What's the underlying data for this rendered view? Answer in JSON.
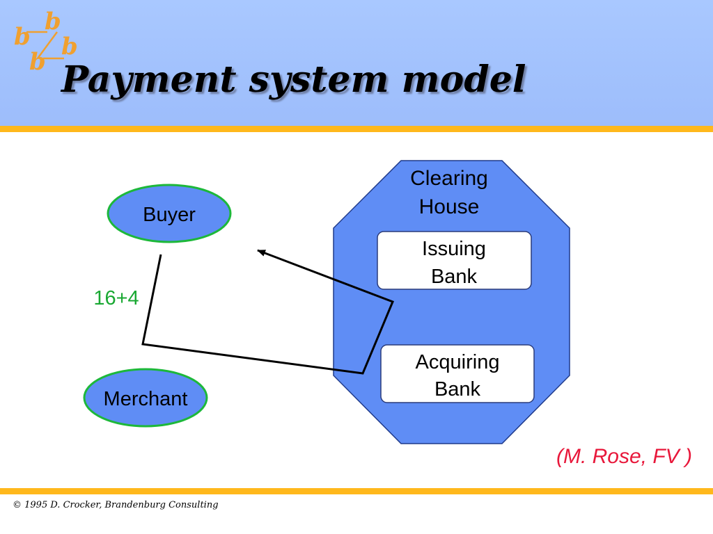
{
  "slide": {
    "title": "Payment system model",
    "logo_letters": [
      "b",
      "b",
      "b",
      "b"
    ],
    "footer": "© 1995 D. Crocker, Brandenburg Consulting",
    "citation": "(M. Rose, FV )"
  },
  "diagram": {
    "clearing_house": [
      "Clearing",
      "House"
    ],
    "issuing_bank": [
      "Issuing",
      "Bank"
    ],
    "acquiring_bank": [
      "Acquiring",
      "Bank"
    ],
    "buyer": "Buyer",
    "merchant": "Merchant",
    "flow_label": "16+4"
  },
  "colors": {
    "header_bg": "#a9c8ff",
    "accent_rule": "#ffb81c",
    "node_fill": "#5f8df5",
    "ellipse_border": "#1db83a",
    "flow_label": "#19a832",
    "citation": "#e8173a",
    "logo": "#f0a030"
  }
}
